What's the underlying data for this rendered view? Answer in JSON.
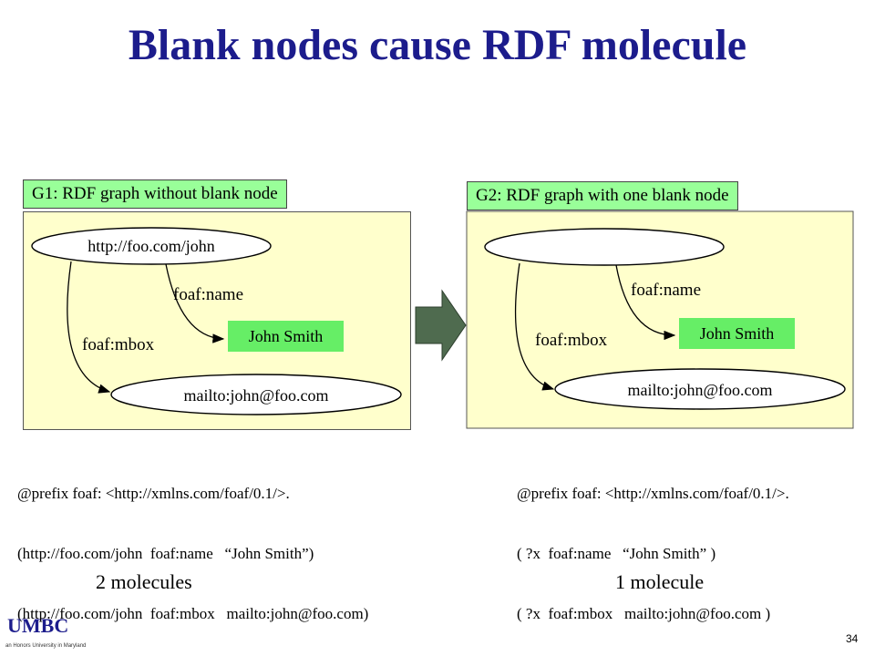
{
  "slide": {
    "title": "Blank nodes cause RDF molecule",
    "page_number": "34",
    "logo": "UMBC",
    "logo_subtitle": "an Honors University in Maryland"
  },
  "g1": {
    "header": "G1: RDF graph without blank node",
    "subject": "http://foo.com/john",
    "name_predicate": "foaf:name",
    "name_value": "John Smith",
    "mbox_predicate": "foaf:mbox",
    "mbox_value": "mailto:john@foo.com",
    "code": [
      "@prefix foaf: <http://xmlns.com/foaf/0.1/>.",
      "(http://foo.com/john  foaf:name   “John Smith”)",
      "(http://foo.com/john  foaf:mbox   mailto:john@foo.com)"
    ],
    "molecule_count": "2 molecules"
  },
  "g2": {
    "header": "G2: RDF graph with one blank node",
    "subject": "",
    "name_predicate": "foaf:name",
    "name_value": "John Smith",
    "mbox_predicate": "foaf:mbox",
    "mbox_value": "mailto:john@foo.com",
    "code": [
      "@prefix foaf: <http://xmlns.com/foaf/0.1/>.",
      "( ?x  foaf:name   “John Smith” )",
      "( ?x  foaf:mbox   mailto:john@foo.com )"
    ],
    "molecule_count": "1 molecule"
  },
  "colors": {
    "title": "#1c1c8c",
    "panel": "#ffffcc",
    "header_tag": "#99ff99",
    "literal": "#66ee66",
    "arrow": "#4f6b4f"
  }
}
